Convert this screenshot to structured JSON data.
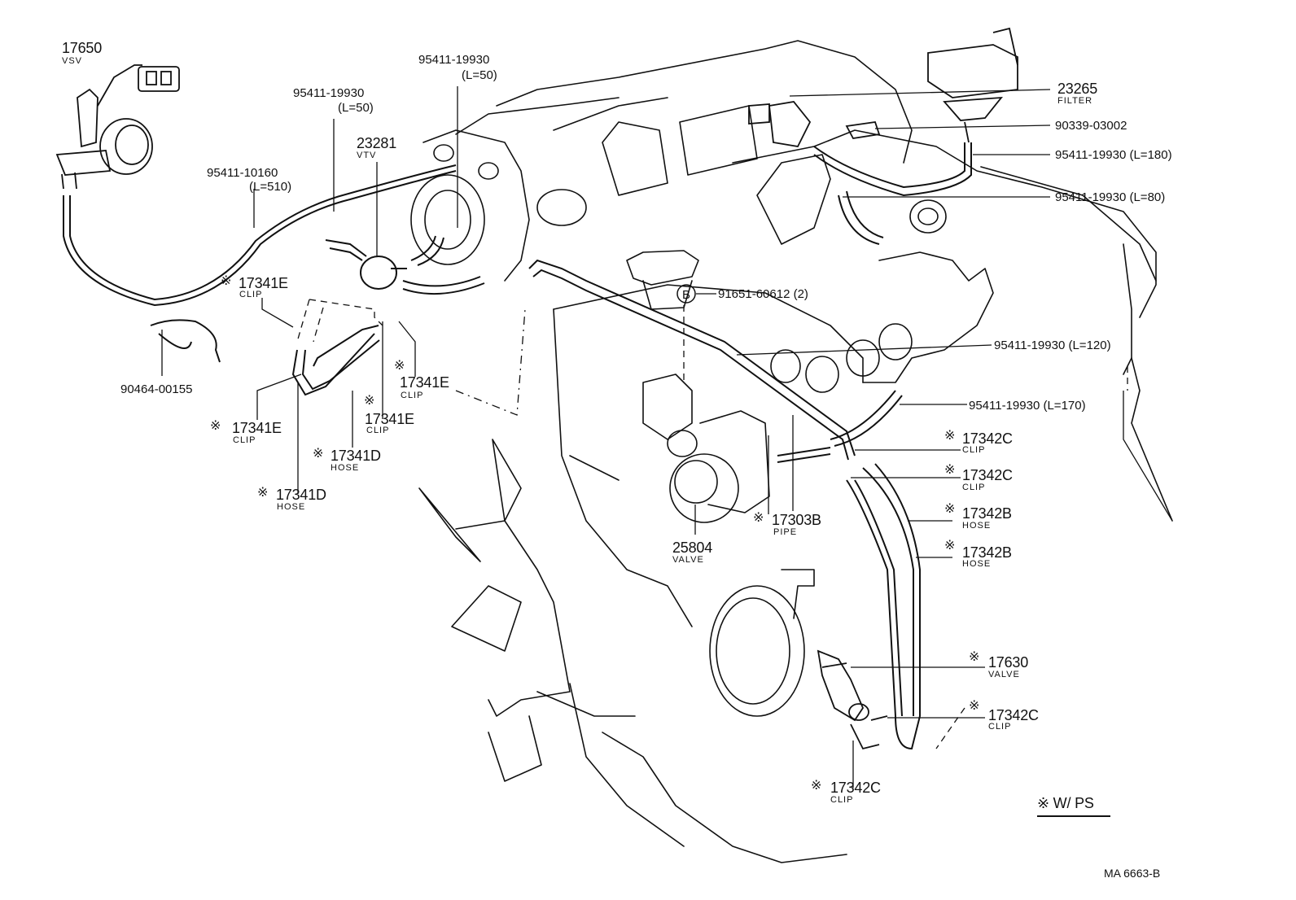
{
  "callouts": {
    "vsv_num": "17650",
    "vsv_name": "VSV",
    "hose_10160": "95411-10160",
    "hose_10160_len": "(L=510)",
    "hose_a": "95411-19930",
    "hose_a_len": "(L=50)",
    "hose_b": "95411-19930",
    "hose_b_len": "(L=50)",
    "vtv_num": "23281",
    "vtv_name": "VTV",
    "filter_num": "23265",
    "filter_name": "FILTER",
    "union": "90339-03002",
    "hose_180": "95411-19930 (L=180)",
    "hose_80": "95411-19930 (L=80)",
    "bolt": "91651-60612 (2)",
    "bolt_marker": "B",
    "hose_120": "95411-19930 (L=120)",
    "hose_170": "95411-19930 (L=170)",
    "clamp": "90464-00155",
    "clip1_num": "17341E",
    "clip1_name": "CLIP",
    "clip2_num": "17341E",
    "clip2_name": "CLIP",
    "clip3_num": "17341E",
    "clip3_name": "CLIP",
    "clip4_num": "17341E",
    "clip4_name": "CLIP",
    "hose1_num": "17341D",
    "hose1_name": "HOSE",
    "hose2_num": "17341D",
    "hose2_name": "HOSE",
    "valve_num": "25804",
    "valve_name": "VALVE",
    "pipe_num": "17303B",
    "pipe_name": "PIPE",
    "clipc1_num": "17342C",
    "clipc1_name": "CLIP",
    "clipc2_num": "17342C",
    "clipc2_name": "CLIP",
    "hoseb1_num": "17342B",
    "hoseb1_name": "HOSE",
    "hoseb2_num": "17342B",
    "hoseb2_name": "HOSE",
    "valve2_num": "17630",
    "valve2_name": "VALVE",
    "clipc3_num": "17342C",
    "clipc3_name": "CLIP",
    "clipc4_num": "17342C",
    "clipc4_name": "CLIP",
    "ps_mark": "※",
    "legend": "※ W/ PS",
    "drawing_code": "MA  6663-B"
  },
  "colors": {
    "ink": "#111111",
    "paper": "#ffffff"
  }
}
